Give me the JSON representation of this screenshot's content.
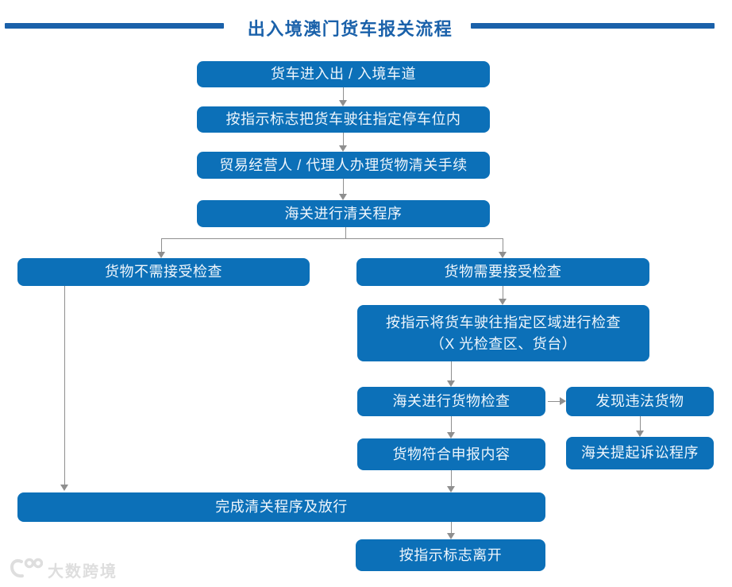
{
  "header": {
    "title": "出入境澳门货车报关流程"
  },
  "colors": {
    "node_fill": "#0c70b8",
    "node_text": "#eff6fc",
    "title_accent": "#1a61aa",
    "connector": "#8f8f8f",
    "watermark": "#dedede"
  },
  "chart_type": "flowchart",
  "nodes": {
    "enter_lane": "货车进入出 / 入境车道",
    "drive_to_parking": "按指示标志把货车驶往指定停车位内",
    "agent_clearance": "贸易经营人 / 代理人办理货物清关手续",
    "customs_clearance": "海关进行清关程序",
    "no_inspection": "货物不需接受检查",
    "need_inspection": "货物需要接受检查",
    "inspection_area_line1": "按指示将货车驶往指定区域进行检查",
    "inspection_area_line2": "（X 光检查区、货台）",
    "cargo_inspection": "海关进行货物检查",
    "illegal_goods": "发现违法货物",
    "matches_declaration": "货物符合申报内容",
    "lawsuit": "海关提起诉讼程序",
    "complete_release": "完成清关程序及放行",
    "leave": "按指示标志离开"
  },
  "watermark": {
    "brand": "大数跨境",
    "logo": "100-swirl-logo"
  }
}
